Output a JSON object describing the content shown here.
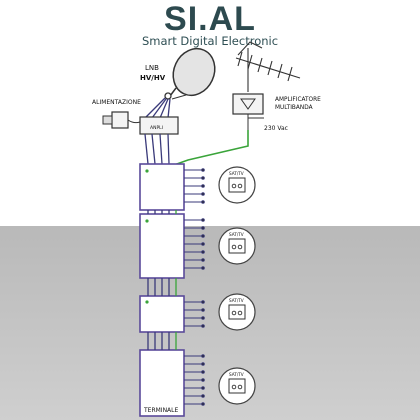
{
  "brand": {
    "name": "SI.AL",
    "tagline": "Smart Digital Electronic",
    "color": "#2d4a4f"
  },
  "labels": {
    "lnb": "LNB",
    "lnb_polarity": "HV/HV",
    "power_supply": "ALIMENTAZIONE",
    "amplifier_line1": "AMPLIFICATORE",
    "amplifier_line2": "MULTIBANDA",
    "voltage": "230 Vac",
    "inserter": "ANPLI",
    "terminal": "TERMINALE"
  },
  "outlets": [
    {
      "label": "SAT/TV"
    },
    {
      "label": "SAT/TV"
    },
    {
      "label": "SAT/TV"
    },
    {
      "label": "SAT/TV"
    }
  ],
  "colors": {
    "cable": "#3a3a7a",
    "terrestrial_cable": "#3aa43a",
    "background_band": "#c4c4c4"
  }
}
